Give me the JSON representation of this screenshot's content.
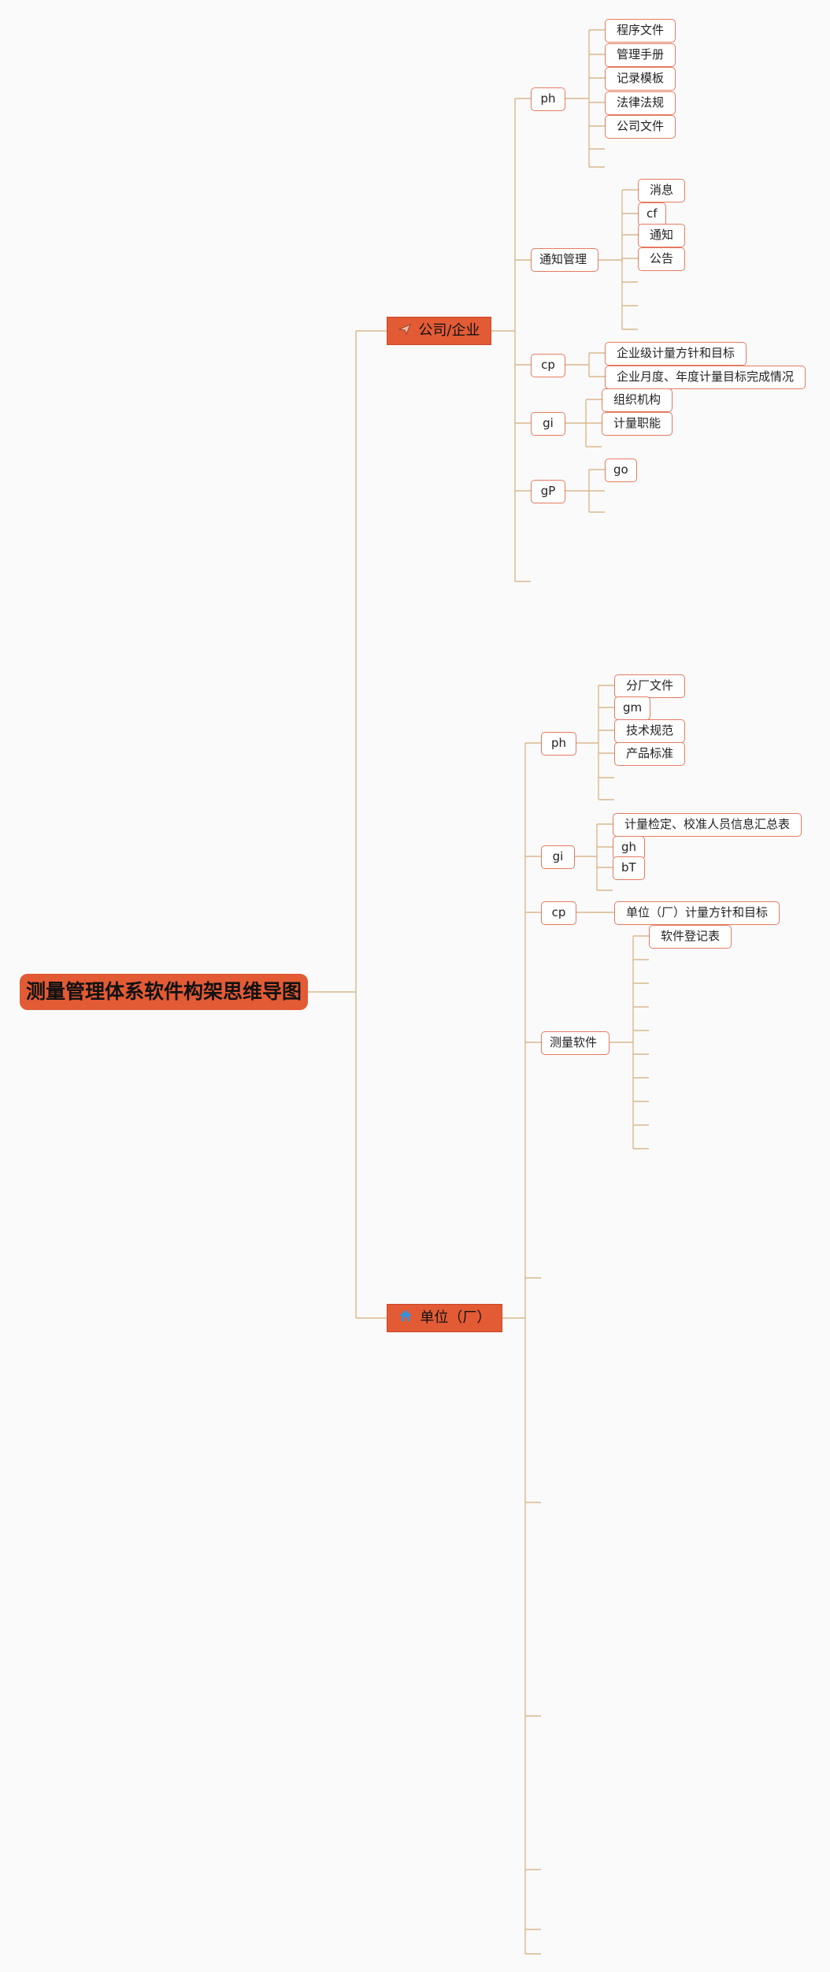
{
  "root": {
    "title": "测量管理体系软件构架思维导图"
  },
  "company": {
    "label": "公司/企业",
    "icon": "send-icon",
    "ph": {
      "label": "ph",
      "children": [
        "程序文件",
        "管理手册",
        "记录模板",
        "法律法规",
        "公司文件"
      ]
    },
    "notice": {
      "label": "通知管理",
      "children": [
        "消息",
        "cf",
        "通知",
        "公告"
      ]
    },
    "cp": {
      "label": "cp",
      "children": [
        "企业级计量方针和目标",
        "企业月度、年度计量目标完成情况"
      ]
    },
    "gi": {
      "label": "gi",
      "children": [
        "组织机构",
        "计量职能"
      ]
    },
    "gp": {
      "label": "gP",
      "children": [
        "go"
      ]
    }
  },
  "unit": {
    "label": "单位（厂）",
    "icon": "home-icon",
    "ph": {
      "label": "ph",
      "children": [
        "分厂文件",
        "gm",
        "技术规范",
        "产品标准"
      ]
    },
    "gi": {
      "label": "gi",
      "children": [
        "计量检定、校准人员信息汇总表",
        "gh",
        "bT"
      ]
    },
    "cp": {
      "label": "cp",
      "children": [
        "单位（厂）计量方针和目标"
      ]
    },
    "software": {
      "label": "测量软件",
      "children": [
        "软件登记表"
      ]
    }
  },
  "colors": {
    "accent": "#e25b35",
    "line": "#d9b88c",
    "leaf_border": "#e57b60"
  }
}
